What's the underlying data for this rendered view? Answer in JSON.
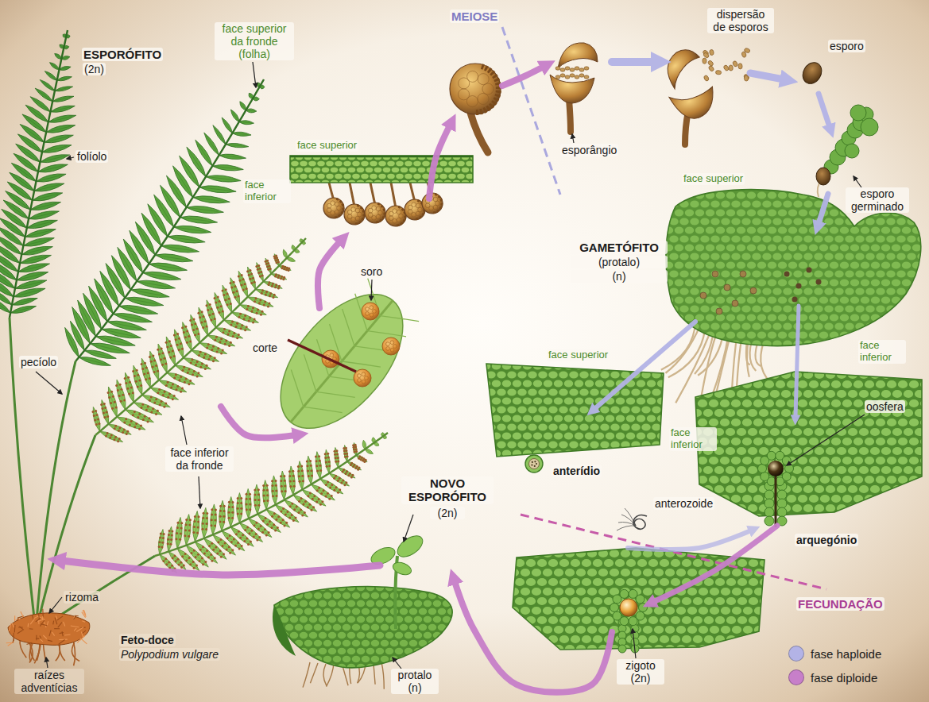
{
  "diagram": {
    "labels": [
      "ESPORÓFITO",
      "(2n)",
      "face superior da fronde (folha)",
      "folíolo",
      "MEIOSE",
      "dispersão de esporos",
      "esporo",
      "face superior",
      "face inferior",
      "esporângio",
      "face superior",
      "esporo germinado",
      "GAMETÓFITO",
      "(protalo)",
      "(n)",
      "soro",
      "corte",
      "pecíolo",
      "face superior",
      "face inferior",
      "face inferior",
      "oosfera",
      "face inferior da fronde",
      "anterídio",
      "NOVO ESPORÓFITO",
      "(2n)",
      "anterozoide",
      "arquegónio",
      "FECUNDAÇÃO",
      "rizoma",
      "Feto-doce",
      "Polypodium vulgare",
      "raízes adventícias",
      "protalo (n)",
      "zigoto (2n)"
    ],
    "legend": [
      {
        "text": "fase haploide",
        "color": "#b3b3e6"
      },
      {
        "text": "fase diploide",
        "color": "#c77fc9"
      }
    ]
  }
}
